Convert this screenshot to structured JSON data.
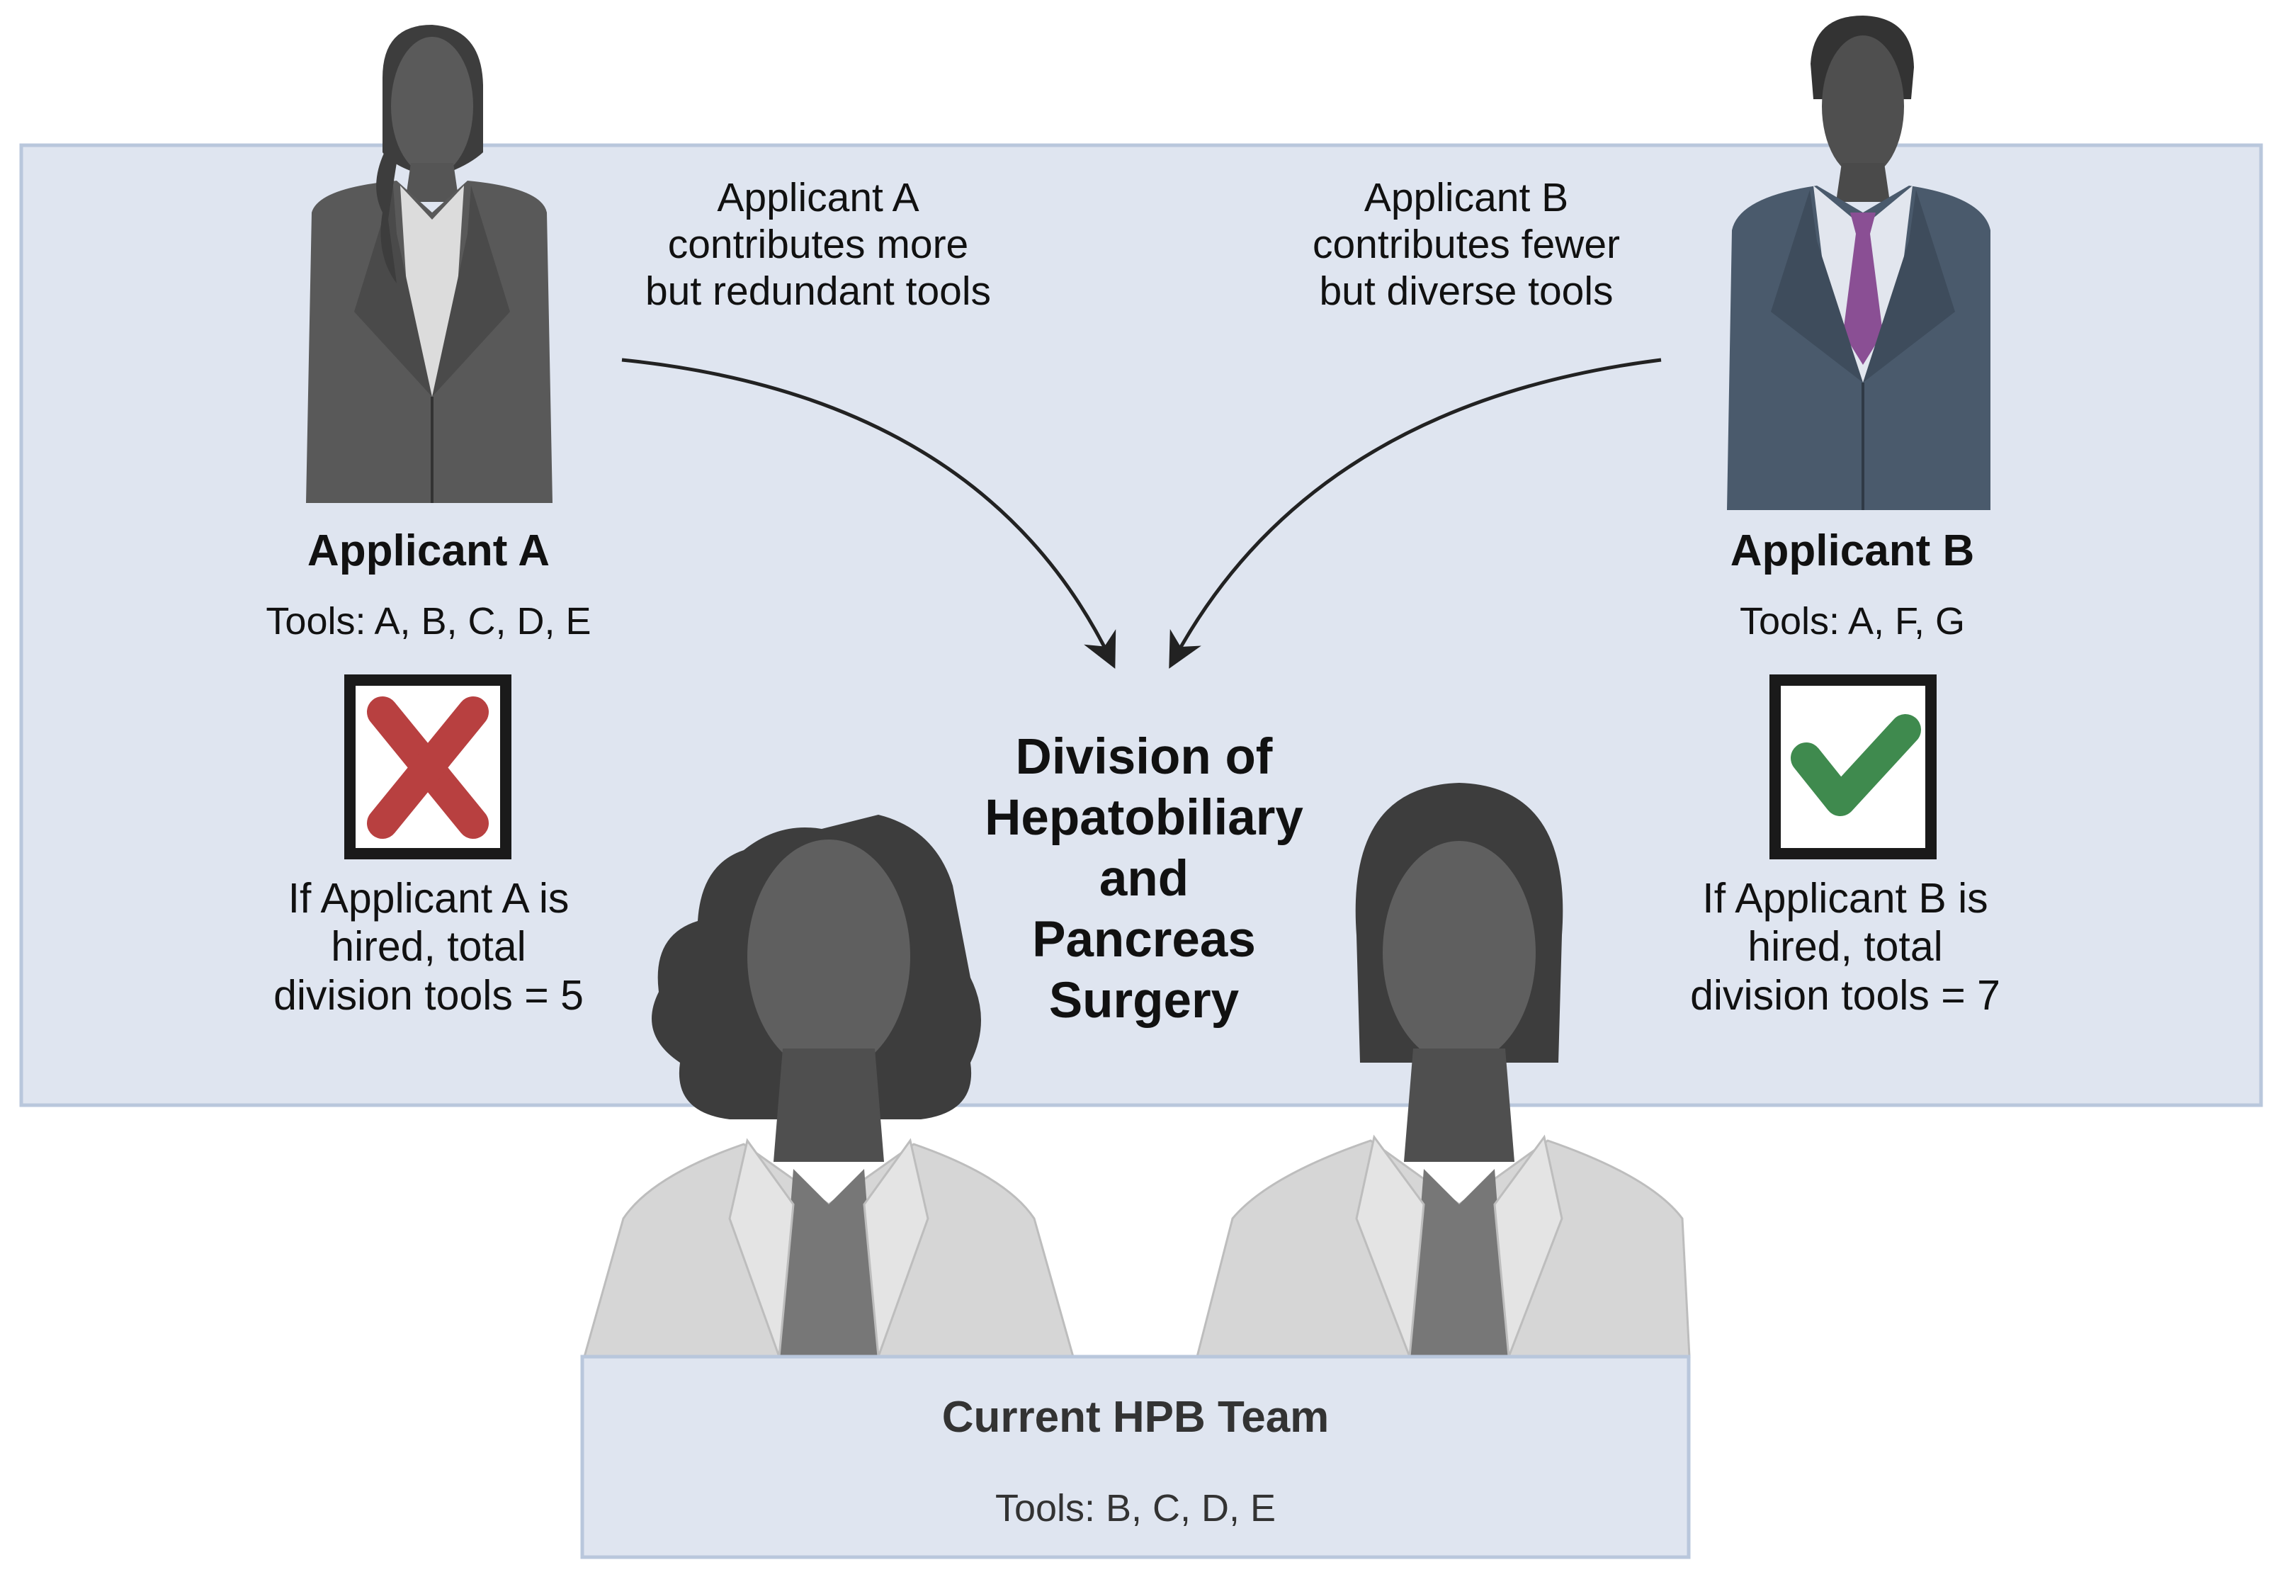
{
  "applicant_a": {
    "name": "Applicant A",
    "tools": "Tools: A, B, C, D, E",
    "note_lines": [
      "Applicant A",
      "contributes more",
      "but redundant tools"
    ],
    "outcome_lines": [
      "If Applicant A is",
      "hired, total",
      "division tools = 5"
    ],
    "decision_icon": "red-x-icon"
  },
  "applicant_b": {
    "name": "Applicant B",
    "tools": "Tools: A, F, G",
    "note_lines": [
      "Applicant B",
      "contributes fewer",
      "but diverse tools"
    ],
    "outcome_lines": [
      "If Applicant B is",
      "hired, total",
      "division tools = 7"
    ],
    "decision_icon": "green-check-icon"
  },
  "division_lines": [
    "Division of",
    "Hepatobiliary",
    "and",
    "Pancreas",
    "Surgery"
  ],
  "team": {
    "title": "Current HPB Team",
    "tools": "Tools: B, C, D, E"
  },
  "colors": {
    "panel_fill": "#dfe5f0",
    "panel_border": "#b9c7dc",
    "cross": "#b84040",
    "check": "#3f8a4e",
    "tie": "#8a4f94",
    "suit_a": "#5a5a5a",
    "suit_b": "#4a5a6c"
  }
}
